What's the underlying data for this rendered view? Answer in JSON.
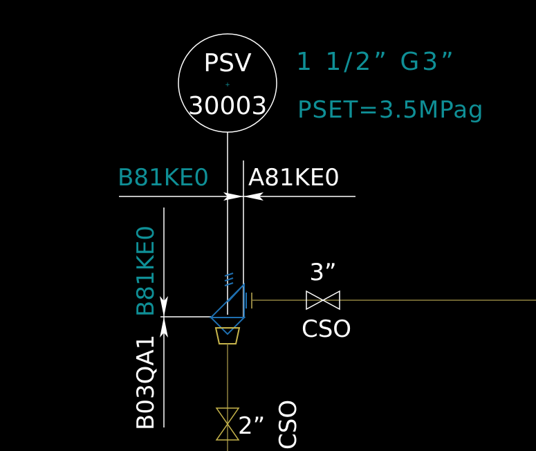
{
  "drawing": {
    "background": "#000000",
    "colors": {
      "white": "#ffffff",
      "cyan": "#0f8f96",
      "blue": "#1e6fb0",
      "yellow": "#c8b64c",
      "pipe": "#8f8240"
    },
    "instrument": {
      "tag_top": "PSV",
      "tag_bottom": "30003",
      "center_mark": "+"
    },
    "annotations": {
      "size": "1 1/2” G3”",
      "pset": "PSET=3.5MPag"
    },
    "spec_breaks": {
      "horizontal_left": "B81KE0",
      "horizontal_right": "A81KE0",
      "vertical_upper": "B81KE0",
      "vertical_lower": "B03QA1"
    },
    "valves": {
      "outlet_size": "3”",
      "outlet_status": "CSO",
      "inlet_size": "2”",
      "inlet_status": "CSO"
    }
  }
}
